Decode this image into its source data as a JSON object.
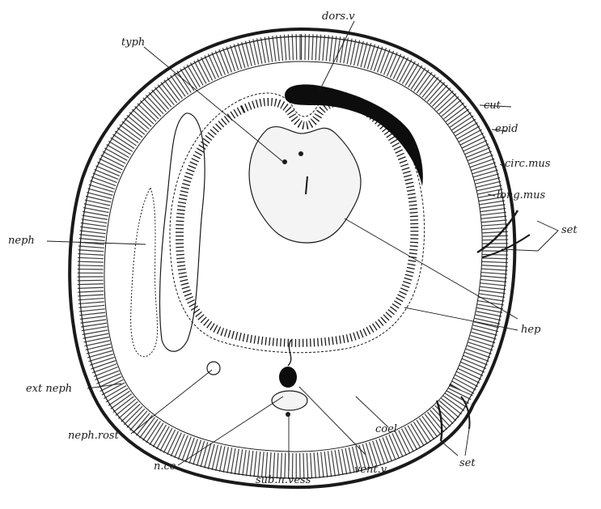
{
  "figure": {
    "labels": {
      "dors_v": "dors.v",
      "typh": "typh",
      "cut": "cut",
      "epid": "epid",
      "circ_mus": "circ.mus",
      "long_mus": "long.mus",
      "set_upper": "set",
      "neph": "neph",
      "hep": "hep",
      "ext_neph": "ext neph",
      "neph_rost": "neph.rost",
      "n_co": "n.co",
      "coel": "coel",
      "set_lower": "set",
      "vent_v": "vent.v",
      "sub_n_vess": "sub.n.vess"
    },
    "colors": {
      "ink": "#1a1a1a",
      "paper": "#ffffff",
      "vessel": "#0d0d0d"
    }
  }
}
